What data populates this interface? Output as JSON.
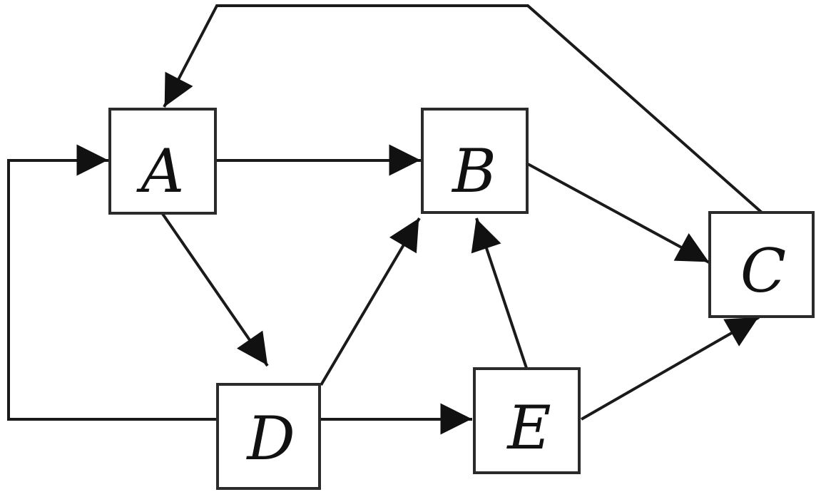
{
  "diagram": {
    "nodes": [
      {
        "id": "A",
        "label": "A"
      },
      {
        "id": "B",
        "label": "B"
      },
      {
        "id": "C",
        "label": "C"
      },
      {
        "id": "D",
        "label": "D"
      },
      {
        "id": "E",
        "label": "E"
      }
    ],
    "edges": [
      {
        "from": "A",
        "to": "B"
      },
      {
        "from": "A",
        "to": "D"
      },
      {
        "from": "B",
        "to": "C"
      },
      {
        "from": "C",
        "to": "A"
      },
      {
        "from": "D",
        "to": "A"
      },
      {
        "from": "D",
        "to": "B"
      },
      {
        "from": "D",
        "to": "E"
      },
      {
        "from": "E",
        "to": "B"
      },
      {
        "from": "E",
        "to": "C"
      }
    ]
  }
}
